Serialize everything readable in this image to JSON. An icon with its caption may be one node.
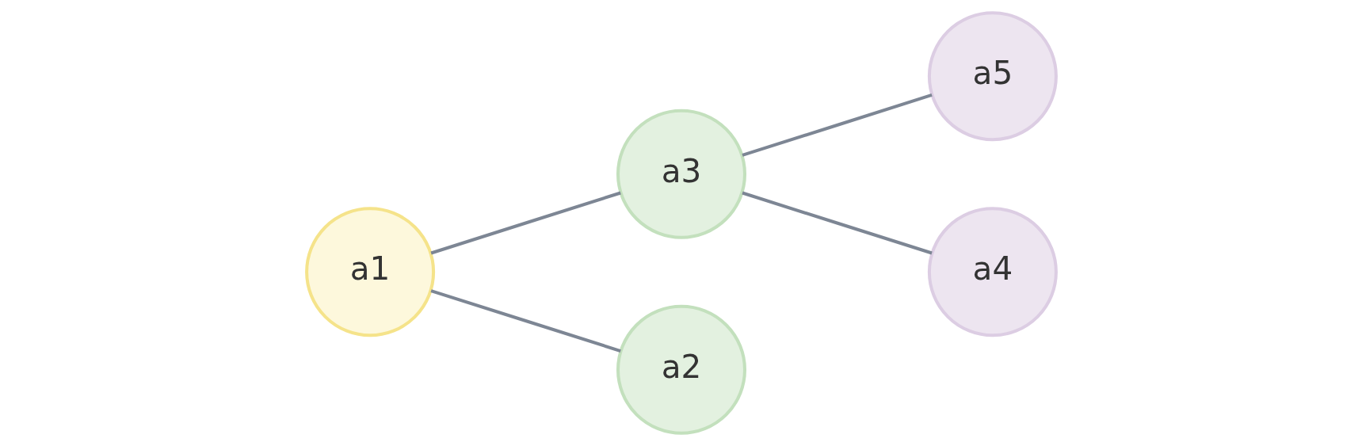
{
  "diagram": {
    "nodes": [
      {
        "text": [
          "a1"
        ]
      },
      {
        "text": [
          "a3"
        ]
      },
      {
        "text": [
          "a2"
        ]
      },
      {
        "text": [
          "a5"
        ]
      },
      {
        "text": [
          "a4"
        ]
      }
    ],
    "edges": [
      {
        "from": 0,
        "to": 1,
        "arrow": "none"
      },
      {
        "from": 0,
        "to": 2,
        "arrow": "none"
      },
      {
        "from": 1,
        "to": 3,
        "arrow": "none"
      },
      {
        "from": 1,
        "to": 4,
        "arrow": "none"
      }
    ]
  }
}
